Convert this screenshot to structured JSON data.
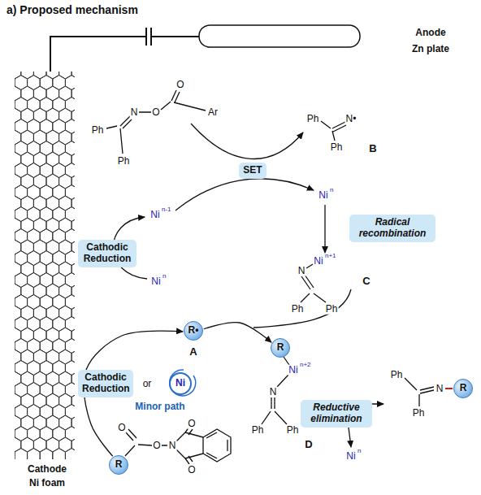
{
  "diagram": {
    "title": "a) Proposed mechanism",
    "nodes": [
      {
        "text": [
          "SET"
        ]
      },
      {
        "text": [
          "Radical recombination"
        ]
      },
      {
        "text": [
          "Cathodic Reduction"
        ]
      },
      {
        "text": [
          "R•"
        ]
      },
      {
        "text": [
          "Cathodic Reduction"
        ]
      },
      {
        "text": [
          "Ni"
        ]
      },
      {
        "text": [
          "R"
        ]
      },
      {
        "text": [
          "Reductive elimination"
        ]
      },
      {
        "text": [
          "R"
        ]
      },
      {
        "text": [
          "R"
        ]
      }
    ],
    "edges": [
      {
        "from": 9,
        "to": 3,
        "arrow": "to"
      },
      {
        "from": 3,
        "to": 6,
        "arrow": "to"
      }
    ],
    "labels": [
      "Anode",
      "Zn plate",
      "Cathode",
      "Ni foam",
      "Ph",
      "N",
      "O",
      "O",
      "Ar",
      "Ph",
      "Ph",
      "N•",
      "Ph",
      "B",
      "Ni",
      "n",
      "Ni",
      "n-1",
      "Ni",
      "n",
      "N",
      "Ni",
      "n+1",
      "Ph",
      "Ph",
      "C",
      "A",
      "or",
      "Minor path",
      "Ni",
      "n+2",
      "N",
      "Ph",
      "Ph",
      "D",
      "Ph",
      "N",
      "Ph",
      "Ni",
      "n",
      "O",
      "O",
      "N",
      "O",
      "O"
    ]
  }
}
